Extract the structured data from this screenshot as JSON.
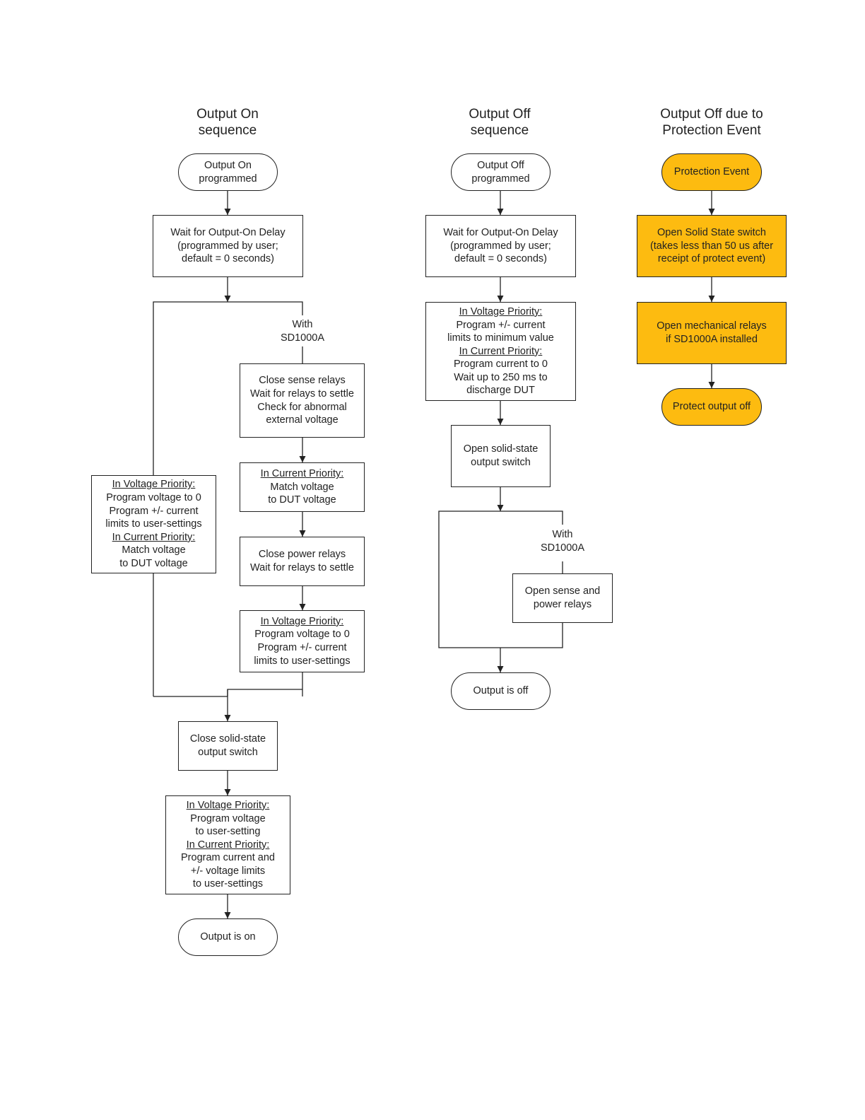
{
  "columns": {
    "on": {
      "title_line1": "Output On",
      "title_line2": "sequence"
    },
    "off": {
      "title_line1": "Output Off",
      "title_line2": "sequence"
    },
    "prot": {
      "title_line1": "Output Off due to",
      "title_line2": "Protection Event"
    }
  },
  "on": {
    "start": {
      "line1": "Output On",
      "line2": "programmed"
    },
    "delay": {
      "line1": "Wait for Output-On Delay",
      "line2": "(programmed by user;",
      "line3": "default = 0 seconds)"
    },
    "branch_label": {
      "line1": "With",
      "line2": "SD1000A"
    },
    "left_box": {
      "vp_heading": "In Voltage Priority:",
      "vp_line1": "Program voltage to 0",
      "vp_line2": "Program +/- current",
      "vp_line3": "limits to user-settings",
      "cp_heading": "In Current Priority:",
      "cp_line1": "Match voltage",
      "cp_line2": "to DUT voltage"
    },
    "sense_relays": {
      "line1": "Close sense relays",
      "line2": "Wait for relays to settle",
      "line3": "Check for abnormal",
      "line4": "external voltage"
    },
    "match": {
      "cp_heading": "In Current Priority:",
      "line1": "Match voltage",
      "line2": "to DUT voltage"
    },
    "power_relays": {
      "line1": "Close power relays",
      "line2": "Wait for relays to settle"
    },
    "right_vp": {
      "vp_heading": "In Voltage Priority:",
      "line1": "Program voltage to 0",
      "line2": "Program +/- current",
      "line3": "limits to user-settings"
    },
    "close_switch": {
      "line1": "Close solid-state",
      "line2": "output switch"
    },
    "final_program": {
      "vp_heading": "In Voltage Priority:",
      "vp_line1": "Program voltage",
      "vp_line2": "to user-setting",
      "cp_heading": "In Current Priority:",
      "cp_line1": "Program current and",
      "cp_line2": "+/- voltage limits",
      "cp_line3": "to user-settings"
    },
    "end": {
      "label": "Output is on"
    }
  },
  "off": {
    "start": {
      "line1": "Output Off",
      "line2": "programmed"
    },
    "delay": {
      "line1": "Wait for Output-On Delay",
      "line2": "(programmed by user;",
      "line3": "default = 0 seconds)"
    },
    "program": {
      "vp_heading": "In Voltage Priority:",
      "vp_line1": "Program +/- current",
      "vp_line2": "limits to minimum value",
      "cp_heading": "In Current Priority:",
      "cp_line1": "Program current to 0",
      "cp_line2": "Wait up to 250 ms to",
      "cp_line3": "discharge DUT"
    },
    "open_switch": {
      "line1": "Open solid-state",
      "line2": "output switch"
    },
    "branch_label": {
      "line1": "With",
      "line2": "SD1000A"
    },
    "open_relays": {
      "line1": "Open sense and",
      "line2": "power relays"
    },
    "end": {
      "label": "Output is off"
    }
  },
  "prot": {
    "start": {
      "label": "Protection Event"
    },
    "open_ss": {
      "line1": "Open Solid State switch",
      "line2": "(takes less than 50 us after",
      "line3": "receipt of protect event)"
    },
    "open_mech": {
      "line1": "Open mechanical relays",
      "line2": "if SD1000A installed"
    },
    "end": {
      "label": "Protect output off"
    }
  },
  "colors": {
    "protection_fill": "#fdbb10",
    "line": "#222222",
    "background": "#ffffff"
  }
}
